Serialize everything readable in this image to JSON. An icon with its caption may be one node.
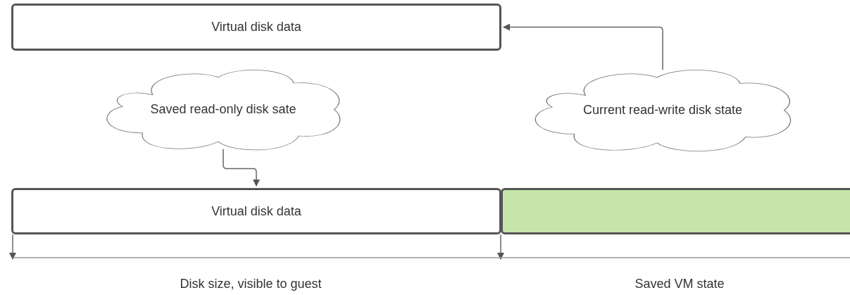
{
  "diagram": {
    "nodes": [
      {
        "text": [
          "Virtual disk data"
        ]
      },
      {
        "text": [
          "Saved read-only disk sate"
        ]
      },
      {
        "text": [
          "Current read-write disk state"
        ]
      },
      {
        "text": [
          "Virtual disk data"
        ]
      },
      {
        "text": [],
        "shape": "box"
      }
    ],
    "edges": [
      {
        "from": 2,
        "to": 0,
        "arrow": "to"
      },
      {
        "from": 1,
        "to": 3,
        "arrow": "to"
      }
    ],
    "labels": [
      "Disk size, visible to guest",
      "Saved VM state"
    ]
  }
}
